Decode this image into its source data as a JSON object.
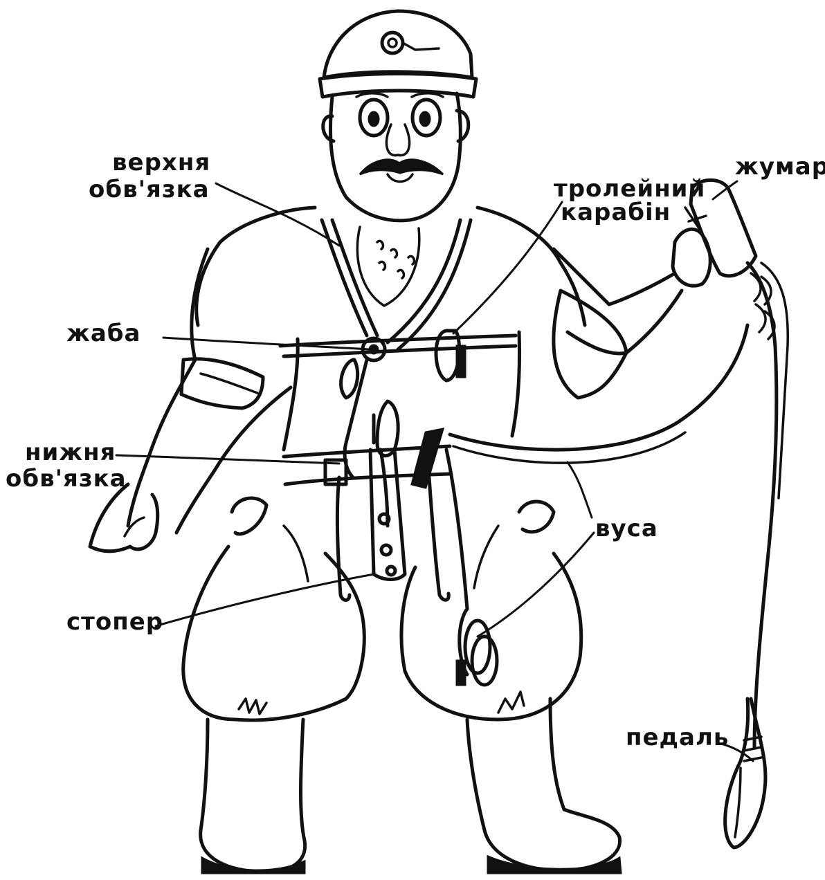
{
  "labels": {
    "upper_harness_1": "верхня",
    "upper_harness_2": "обв'язка",
    "trolley_carabiner_1": "тролейний",
    "trolley_carabiner_2": "карабін",
    "jumar": "жумар",
    "zhaba": "жаба",
    "lower_harness_1": "нижня",
    "lower_harness_2": "обв'язка",
    "vusa": "вуса",
    "stopper": "стопер",
    "pedal": "педаль"
  }
}
